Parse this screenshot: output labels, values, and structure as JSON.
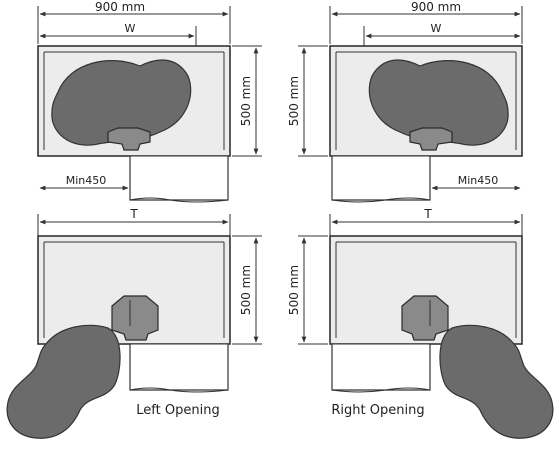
{
  "panels": {
    "top_left": {
      "width_label": "900 mm",
      "inner_label": "W",
      "depth_label": "500 mm",
      "min_label": "Min450"
    },
    "top_right": {
      "width_label": "900 mm",
      "inner_label": "W",
      "depth_label": "500 mm",
      "min_label": "Min450"
    },
    "bottom_left": {
      "width_label": "T",
      "depth_label": "500 mm",
      "caption": "Left Opening"
    },
    "bottom_right": {
      "width_label": "T",
      "depth_label": "500 mm",
      "caption": "Right Opening"
    }
  },
  "colors": {
    "cabinet_fill": "#ececec",
    "shelf_fill": "#6b6b6b",
    "line": "#333333"
  }
}
